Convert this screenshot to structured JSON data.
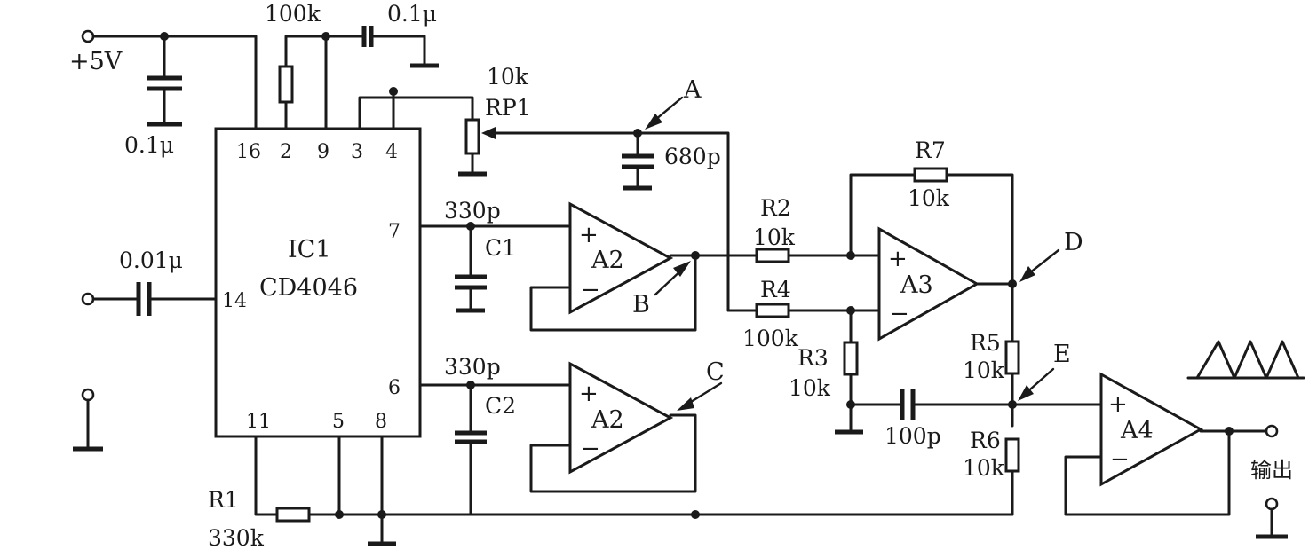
{
  "ic": {
    "name": "IC1",
    "part": "CD4046",
    "pins": {
      "p16": "16",
      "p2": "2",
      "p9": "9",
      "p3": "3",
      "p4": "4",
      "p7": "7",
      "p14": "14",
      "p6": "6",
      "p11": "11",
      "p5": "5",
      "p8": "8"
    }
  },
  "supply": {
    "label": "+5V"
  },
  "components": {
    "c_supply": "0.1μ",
    "r_100k": "100k",
    "c_top": "0.1μ",
    "rp1_value": "10k",
    "rp1_name": "RP1",
    "c_a": "680p",
    "c_in": "0.01μ",
    "c1_value": "330p",
    "c1_name": "C1",
    "c2_value": "330p",
    "c2_name": "C2",
    "r1_name": "R1",
    "r1_value": "330k",
    "r2_name": "R2",
    "r2_value": "10k",
    "r4_name": "R4",
    "r4_value": "100k",
    "r3_name": "R3",
    "r3_value": "10k",
    "r7_name": "R7",
    "r7_value": "10k",
    "r5_name": "R5",
    "r5_value": "10k",
    "r6_name": "R6",
    "r6_value": "10k",
    "c_e": "100p"
  },
  "amps": {
    "a2_top": "A2",
    "a2_bottom": "A2",
    "a3": "A3",
    "a4": "A4",
    "plus": "+",
    "minus": "−"
  },
  "nodes": {
    "a": "A",
    "b": "B",
    "c": "C",
    "d": "D",
    "e": "E"
  },
  "output": {
    "label": "输出"
  }
}
